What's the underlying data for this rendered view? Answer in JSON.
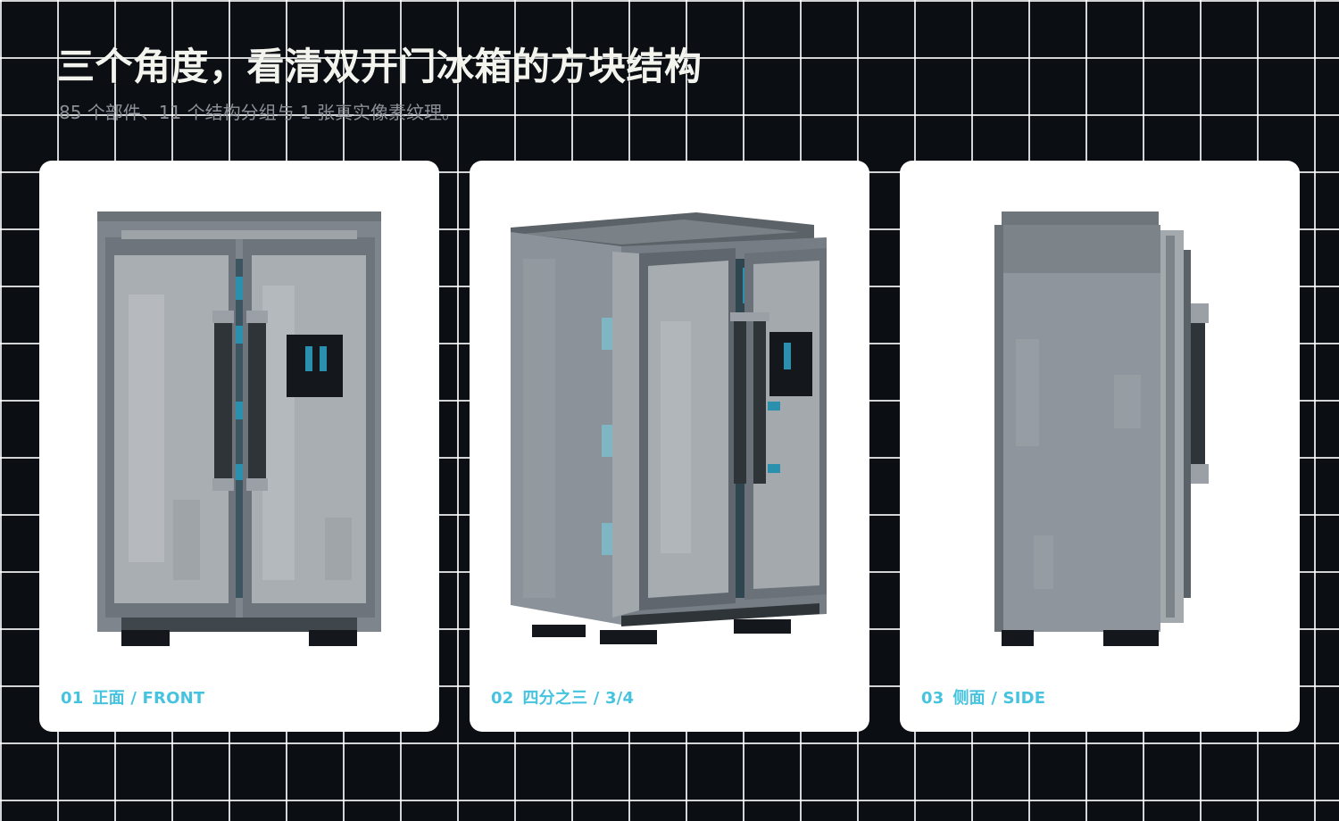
{
  "header": {
    "title": "三个角度，看清双开门冰箱的方块结构",
    "subtitle": "85 个部件、11 个结构分组与 1 张真实像素纹理。"
  },
  "colors": {
    "background": "#0b0f14",
    "grid_line": "#ffffff",
    "card": "#ffffff",
    "caption": "#46c3de",
    "steel_light": "#a9aeb3",
    "steel_mid": "#8e959c",
    "steel_dark": "#5f666d",
    "handle": "#2e3438",
    "accent_blue": "#2b8fae",
    "feet": "#14181c"
  },
  "views": [
    {
      "number": "01",
      "label": "正面 / FRONT",
      "icon": "fridge-front-render"
    },
    {
      "number": "02",
      "label": "四分之三 / 3/4",
      "icon": "fridge-three-quarter-render"
    },
    {
      "number": "03",
      "label": "侧面 / SIDE",
      "icon": "fridge-side-render"
    }
  ]
}
